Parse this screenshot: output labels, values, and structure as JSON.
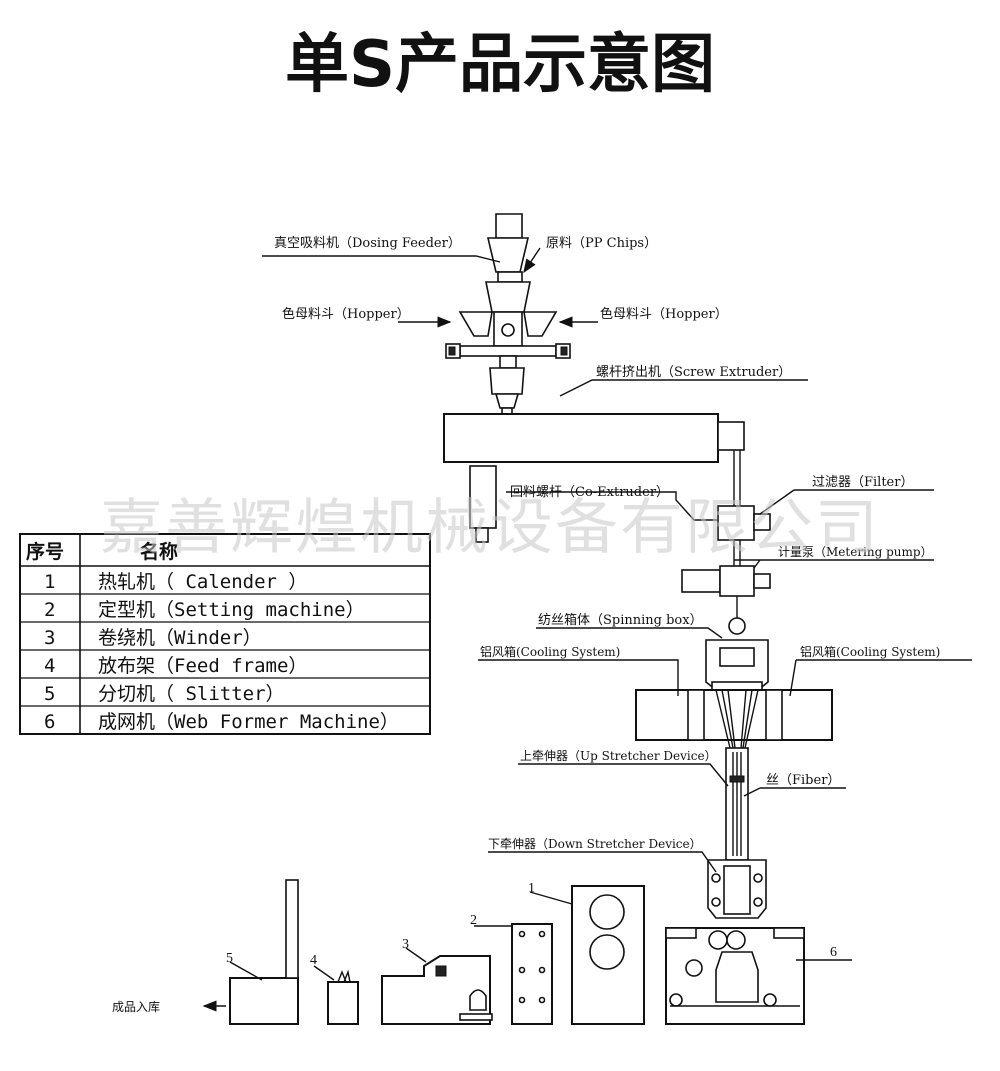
{
  "title": "单S产品示意图",
  "watermark": "嘉善辉煌机械设备有限公司",
  "labels": {
    "dosing_feeder": "真空吸料机（Dosing Feeder）",
    "pp_chips": "原料（PP Chips）",
    "hopper_left": "色母料斗（Hopper）",
    "hopper_right": "色母料斗（Hopper）",
    "screw_extruder": "螺杆挤出机（Screw Extruder）",
    "co_extruder": "回料螺杆（Co-Extruder）",
    "filter": "过滤器（Filter）",
    "metering_pump": "计量泵（Metering pump）",
    "spinning_box": "纺丝箱体（Spinning box）",
    "cooling_left": "铝风箱(Cooling System)",
    "cooling_right": "铝风箱(Cooling System)",
    "up_stretcher": "上牵伸器（Up Stretcher Device）",
    "fiber": "丝（Fiber）",
    "down_stretcher": "下牵伸器（Down Stretcher Device）",
    "finished": "成品入库"
  },
  "machine_numbers": [
    "1",
    "2",
    "3",
    "4",
    "5",
    "6"
  ],
  "legend": {
    "header_no": "序号",
    "header_name": "名称",
    "rows": [
      {
        "no": "1",
        "name": "热轧机（ Calender ）"
      },
      {
        "no": "2",
        "name": "定型机（Setting machine）"
      },
      {
        "no": "3",
        "name": "卷绕机（Winder）"
      },
      {
        "no": "4",
        "name": "放布架（Feed frame）"
      },
      {
        "no": "5",
        "name": "分切机（ Slitter）"
      },
      {
        "no": "6",
        "name": "成网机（Web Former Machine）"
      }
    ]
  }
}
